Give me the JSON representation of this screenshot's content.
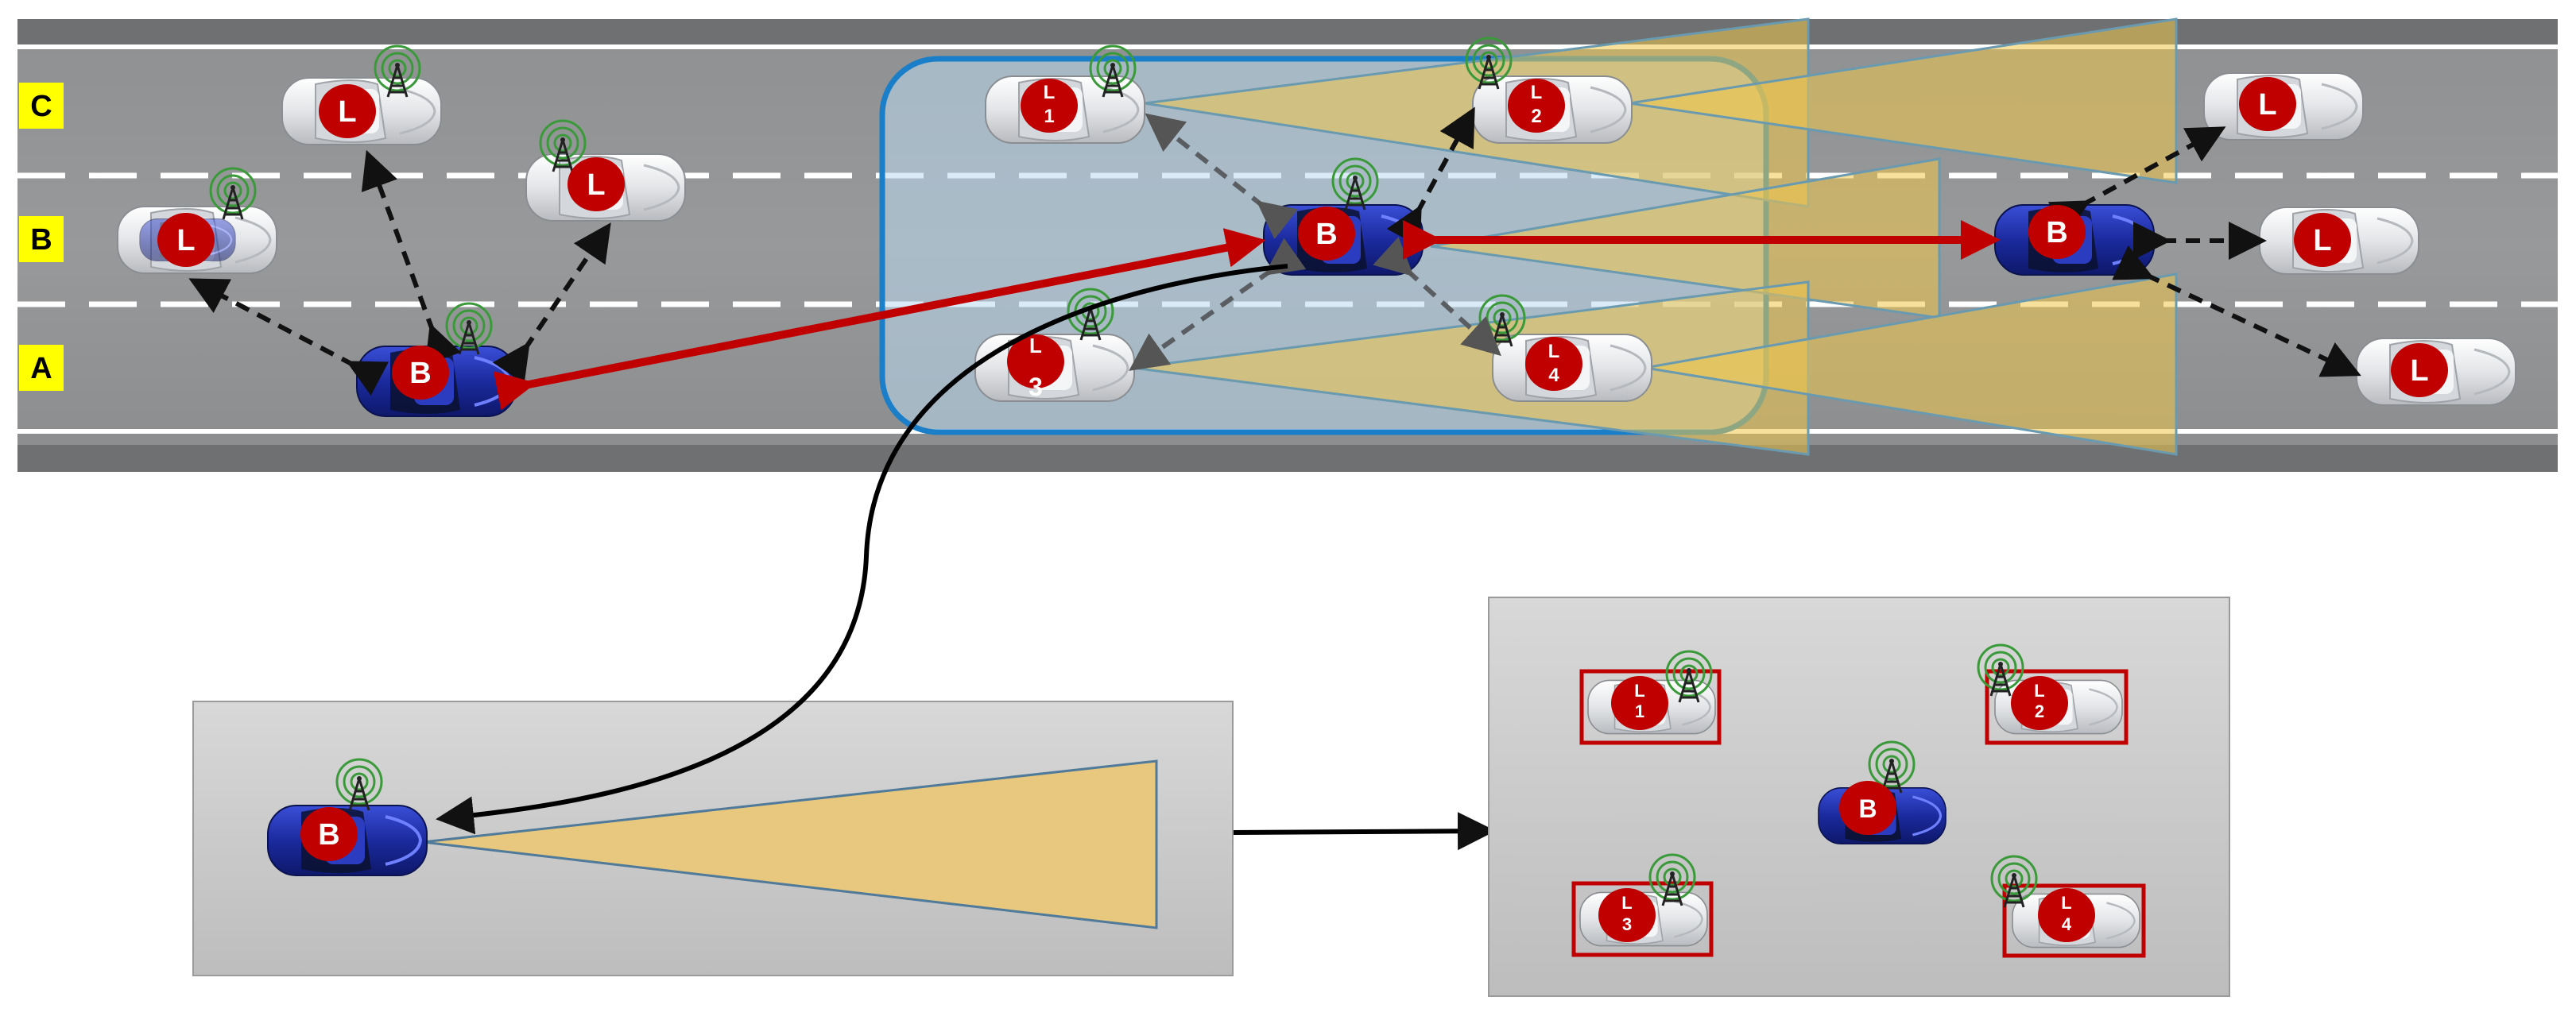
{
  "lanes": [
    {
      "id": "C",
      "label": "C"
    },
    {
      "id": "B",
      "label": "B"
    },
    {
      "id": "A",
      "label": "A"
    }
  ],
  "badges": {
    "basic": "B",
    "leader": "L",
    "leader_1": [
      "L",
      "1"
    ],
    "leader_2": [
      "L",
      "2"
    ],
    "leader_3": [
      "L",
      "3"
    ],
    "leader_4": [
      "L",
      "4"
    ]
  },
  "colors": {
    "road": "#8d8f91",
    "road_edge": "#6d6f71",
    "lane_marking": "#ffffff",
    "lane_label_bg": "#ffff00",
    "badge_red": "#c00000",
    "blue_car": "#1e2fa8",
    "white_car": "#e6e8ea",
    "cluster_border": "#1a7fc8",
    "cluster_fill": "#bcd9ee",
    "sensor_cone": "#f0c64a",
    "link_red": "#c00000",
    "link_dashed": "#111111",
    "antenna": "#3a9a3a",
    "panel_bg": "#c8c8c8",
    "select_box": "#c00000"
  },
  "icons": [
    "car-icon",
    "antenna-icon",
    "sensor-cone",
    "arrow-icon"
  ]
}
